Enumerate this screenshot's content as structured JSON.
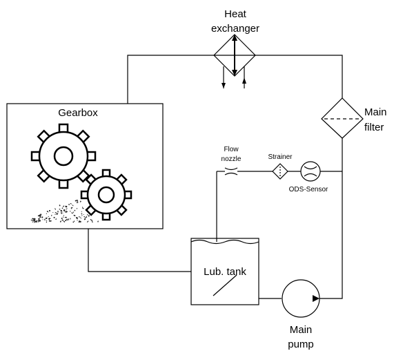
{
  "labels": {
    "heat_exchanger_line1": "Heat",
    "heat_exchanger_line2": "exchanger",
    "main_filter_line1": "Main",
    "main_filter_line2": "filter",
    "gearbox": "Gearbox",
    "flow_nozzle_line1": "Flow",
    "flow_nozzle_line2": "nozzle",
    "strainer": "Strainer",
    "ods_sensor": "ODS-Sensor",
    "lub_tank": "Lub. tank",
    "main_pump_line1": "Main",
    "main_pump_line2": "pump"
  },
  "icons": {
    "gear": "gear-icon",
    "particles": "particles-icon",
    "heat_exchanger": "heat-exchanger-icon",
    "filter": "filter-icon",
    "pump": "pump-icon",
    "strainer": "strainer-icon",
    "sensor": "sensor-icon",
    "nozzle": "flow-nozzle-icon",
    "tank": "tank-icon"
  },
  "colors": {
    "line": "#000000",
    "background": "#ffffff"
  }
}
